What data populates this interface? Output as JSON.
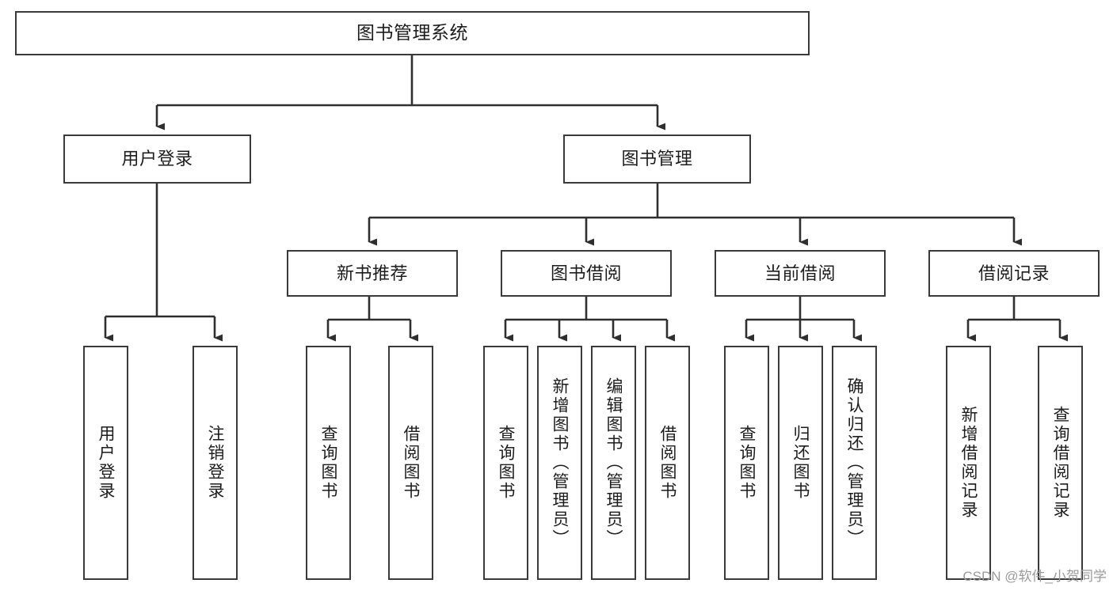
{
  "diagram": {
    "title": "图书管理系统",
    "type": "tree",
    "levels": 4,
    "colors": {
      "background": "#ffffff",
      "box_border": "#3a3a3a",
      "box_fill": "#ffffff",
      "text": "#1c1c1c",
      "connector": "#2f2f2f",
      "watermark": "#9a9a9a"
    },
    "root": {
      "label": "图书管理系统",
      "orientation": "horizontal"
    },
    "level2": [
      {
        "label": "用户登录",
        "orientation": "horizontal"
      },
      {
        "label": "图书管理",
        "orientation": "horizontal"
      }
    ],
    "level3": [
      {
        "label": "新书推荐",
        "orientation": "horizontal",
        "parent": "图书管理"
      },
      {
        "label": "图书借阅",
        "orientation": "horizontal",
        "parent": "图书管理"
      },
      {
        "label": "当前借阅",
        "orientation": "horizontal",
        "parent": "图书管理"
      },
      {
        "label": "借阅记录",
        "orientation": "horizontal",
        "parent": "图书管理"
      }
    ],
    "leaves": [
      {
        "label": "用户登录",
        "orientation": "vertical",
        "parent": "用户登录"
      },
      {
        "label": "注销登录",
        "orientation": "vertical",
        "parent": "用户登录"
      },
      {
        "label": "查询图书",
        "orientation": "vertical",
        "parent": "新书推荐"
      },
      {
        "label": "借阅图书",
        "orientation": "vertical",
        "parent": "新书推荐"
      },
      {
        "label": "查询图书",
        "orientation": "vertical",
        "parent": "图书借阅"
      },
      {
        "label": "新增图书（管理员）",
        "orientation": "vertical",
        "parent": "图书借阅"
      },
      {
        "label": "编辑图书（管理员）",
        "orientation": "vertical",
        "parent": "图书借阅"
      },
      {
        "label": "借阅图书",
        "orientation": "vertical",
        "parent": "图书借阅"
      },
      {
        "label": "查询图书",
        "orientation": "vertical",
        "parent": "当前借阅"
      },
      {
        "label": "归还图书",
        "orientation": "vertical",
        "parent": "当前借阅"
      },
      {
        "label": "确认归还（管理员）",
        "orientation": "vertical",
        "parent": "当前借阅"
      },
      {
        "label": "新增借阅记录",
        "orientation": "vertical",
        "parent": "借阅记录"
      },
      {
        "label": "查询借阅记录",
        "orientation": "vertical",
        "parent": "借阅记录"
      }
    ]
  },
  "watermark": {
    "text": "CSDN @软件_小贺同学"
  }
}
